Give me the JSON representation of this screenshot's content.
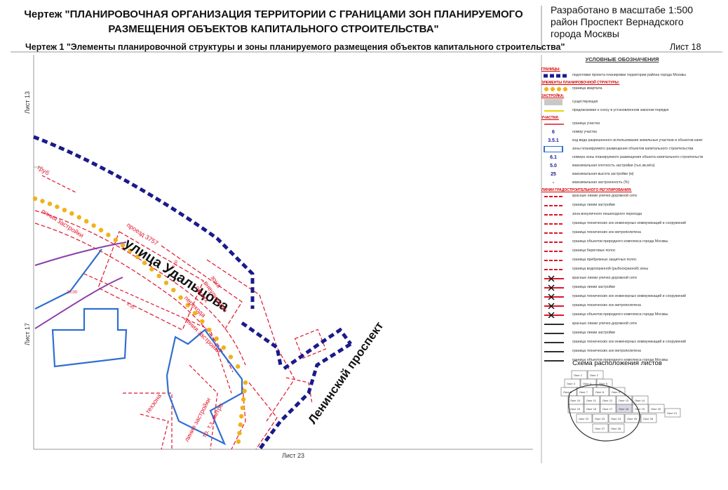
{
  "header": {
    "title_line1": "Чертеж \"ПЛАНИРОВОЧНАЯ ОРГАНИЗАЦИЯ ТЕРРИТОРИИ С ГРАНИЦАМИ ЗОН ПЛАНИРУЕМОГО",
    "title_line2": "РАЗМЕЩЕНИЯ ОБЪЕКТОВ КАПИТАЛЬНОГО СТРОИТЕЛЬСТВА\"",
    "scale_line1": "Разработано в масштабе 1:500",
    "scale_line2": "район Проспект Вернадского",
    "scale_line3": "города Москвы",
    "subtitle": "Чертеж 1 \"Элементы планировочной структуры и зоны планируемого размещения объектов капитального строительства\"",
    "sheet": "Лист 18"
  },
  "map": {
    "adjacent_sheet_left_top": "Лист 13",
    "adjacent_sheet_left_bottom": "Лист 17",
    "adjacent_sheet_bottom": "Лист 23",
    "street_udaltsova": "улица Удальцова",
    "street_leninsky": "Ленинский проспект",
    "passage_label": "проезд 3757",
    "zone_label_1": "зона",
    "zone_label_2": "внеуличного",
    "zone_label_3": "пешех",
    "zone_label_4": "перехода",
    "tech_zone_label": "тех.зоны",
    "metro_label": "тр. т.з. метро",
    "build_line_1": "линия застройки",
    "build_line_2": "линия застройки",
    "build_line_3": "линия застройки",
    "tech_zone_top": "техзона",
    "tech_zone_trub": "труб",
    "dim_1": "4.30",
    "dim_2": "4.50",
    "dim_3": "20.00",
    "colors": {
      "district_boundary": "#1a1a8c",
      "quarter_boundary": "#f0b21a",
      "red_line": "#e0142a",
      "zone_blue": "#2f6fd0",
      "purple": "#8b3fa8",
      "axis_gray": "#9a9a9a"
    }
  },
  "legend": {
    "title": "УСЛОВНЫЕ ОБОЗНАЧЕНИЯ",
    "sections": {
      "boundaries": "ГРАНИЦЫ:",
      "planning_elements": "ЭЛЕМЕНТЫ ПЛАНИРОВОЧНОЙ СТРУКТУРЫ:",
      "buildings": "ЗАСТРОЙКА:",
      "plots": "УЧАСТКИ:",
      "regulation_lines": "ЛИНИИ ГРАДОСТРОИТЕЛЬНОГО РЕГУЛИРОВАНИЯ:"
    },
    "items": [
      {
        "icon": "district-boundary",
        "text": "подготовки проекта планировки территории района города Москвы"
      },
      {
        "icon": "quarter-boundary",
        "text": "граница квартала"
      },
      {
        "icon": "existing-building",
        "text": "существующая"
      },
      {
        "icon": "demolition-building",
        "text": "предлагаемая к сносу в установленном законом порядке"
      },
      {
        "icon": "plot-boundary",
        "text": "граница участка"
      },
      {
        "icon": "plot-number",
        "code": "6",
        "text": "номер участка"
      },
      {
        "icon": "use-code",
        "code": "3.5.1",
        "text": "код вида разрешенного использования земельных участков и объектов капитального строительства"
      },
      {
        "icon": "planned-zone",
        "text": "зоны планируемого размещения объектов капитального строительства"
      },
      {
        "icon": "zone-number",
        "code": "6.1",
        "text": "номера зоны планируемого размещения объекта капитального строительства"
      },
      {
        "icon": "density",
        "code": "5.0",
        "text": "максимальная плотность застройки (тыс.кв.м/га)"
      },
      {
        "icon": "height",
        "code": "25",
        "text": "максимальная высота застройки (м)"
      },
      {
        "icon": "coverage",
        "code": "-",
        "text": "максимальная застроенность (%)"
      },
      {
        "icon": "red-line",
        "text": "красные линии улично-дорожной сети"
      },
      {
        "icon": "building-line",
        "text": "граница линии застройки"
      },
      {
        "icon": "pedestrian-zone",
        "text": "зона внеуличного пешеходного перехода"
      },
      {
        "icon": "tech-zone-utilities",
        "text": "граница технических зон инженерных коммуникаций и сооружений"
      },
      {
        "icon": "tech-zone-metro",
        "text": "граница технических зон метрополитена"
      },
      {
        "icon": "nature-complex",
        "text": "граница объектов природного комплекса города Москвы"
      },
      {
        "icon": "shore-strip",
        "text": "граница береговых полос"
      },
      {
        "icon": "coastal-strip",
        "text": "граница прибрежных защитных полос"
      },
      {
        "icon": "water-zone",
        "text": "граница водоохранной (рыбоохранной) зоны"
      },
      {
        "icon": "cancel-red-line",
        "text": "красные линии улично-дорожной сети"
      },
      {
        "icon": "cancel-building-line",
        "text": "граница линии застройки"
      },
      {
        "icon": "cancel-tech-zone",
        "text": "граница технических зон инженерных коммуникаций и сооружений"
      },
      {
        "icon": "cancel-metro",
        "text": "граница технических зон метрополитена"
      },
      {
        "icon": "cancel-nature",
        "text": "граница объектов природного комплекса города Москвы"
      },
      {
        "icon": "retain-red-line",
        "text": "красные линии улично-дорожной сети"
      },
      {
        "icon": "retain-building-line",
        "text": "граница линии застройки"
      },
      {
        "icon": "retain-tech-zone",
        "text": "граница технических зон инженерных коммуникаций и сооружений"
      },
      {
        "icon": "retain-metro",
        "text": "граница технических зон метрополитена"
      },
      {
        "icon": "retain-nature",
        "text": "граница объектов природного комплекса города Москвы"
      }
    ]
  },
  "scheme": {
    "title": "Схема расположения листов",
    "cells": [
      "Лист 1",
      "Лист 2",
      "Лист 3",
      "Лист 4",
      "Лист 5",
      "Лист 6",
      "Лист 7",
      "Лист 8",
      "Лист 9",
      "Лист 10",
      "Лист 11",
      "Лист 12",
      "Лист 13",
      "Лист 14",
      "Лист 15",
      "Лист 16",
      "Лист 17",
      "Лист 18",
      "Лист 19",
      "Лист 20",
      "Лист 21",
      "Лист 22",
      "Лист 23",
      "Лист 24",
      "Лист 25",
      "Лист 26",
      "Лист 27",
      "Лист 28"
    ]
  }
}
